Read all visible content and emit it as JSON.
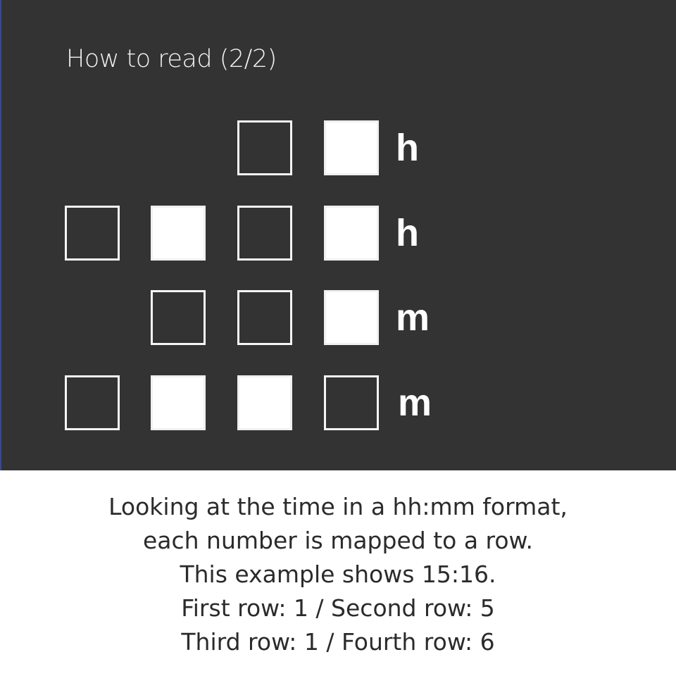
{
  "header": {
    "title": "How to read (2/2)"
  },
  "grid": {
    "rows": [
      {
        "unit": "h",
        "bits": [
          null,
          null,
          false,
          true
        ]
      },
      {
        "unit": "h",
        "bits": [
          false,
          true,
          false,
          true
        ]
      },
      {
        "unit": "m",
        "bits": [
          null,
          false,
          false,
          true
        ]
      },
      {
        "unit": "m",
        "bits": [
          false,
          true,
          true,
          false
        ]
      }
    ]
  },
  "description": {
    "lines": [
      "Looking at the time in a hh:mm format,",
      "each number is mapped to a row.",
      "This example shows 15:16.",
      "First row: 1 / Second row: 5",
      "Third row: 1 / Fourth row: 6"
    ]
  },
  "colors": {
    "panel_background": "#333333",
    "square_on": "#ffffff",
    "square_outline": "#f5f5f5",
    "caption_background": "#ffffff",
    "caption_text": "#2b2b2b"
  }
}
